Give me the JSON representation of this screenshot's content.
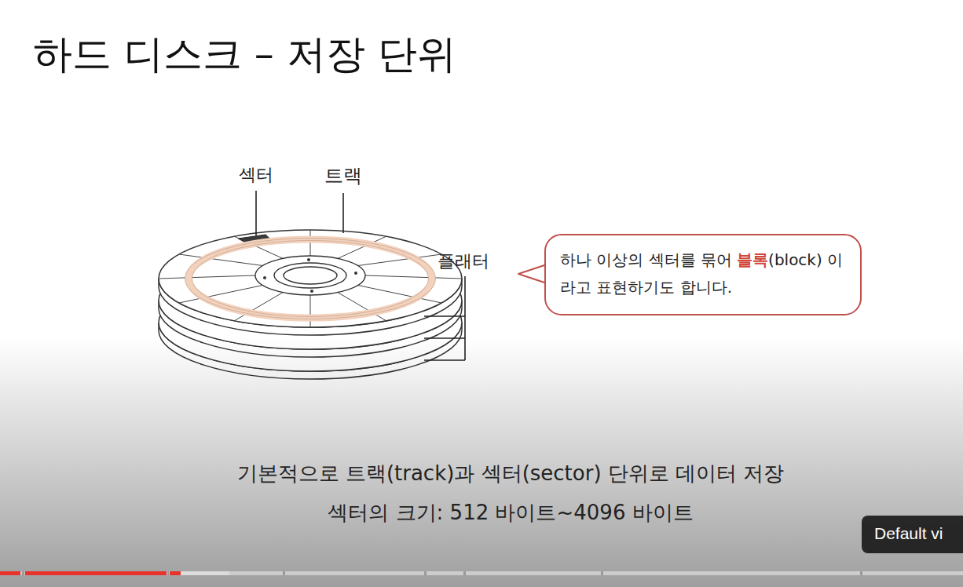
{
  "diagram": {
    "title": "하드 디스크 – 저장 단위",
    "nodes": [
      {
        "text": [
          "하나 이상의 섹터를 묶어",
          "블록",
          "(block) 이라고 표현하기도 합니다."
        ]
      }
    ],
    "labels": [
      "섹터",
      "트랙",
      "플래터",
      "기본적으로 트랙(track)과 섹터(sector) 단위로 데이터 저장",
      "섹터의 크기: 512 바이트~4096 바이트",
      "Default vi"
    ]
  }
}
